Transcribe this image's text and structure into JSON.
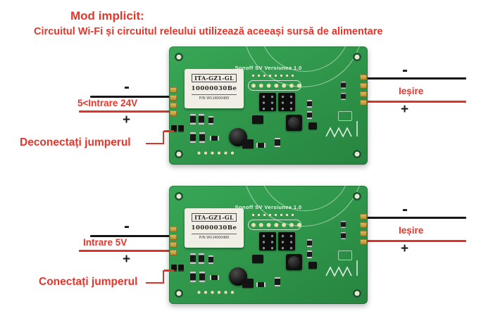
{
  "header": {
    "title": "Mod implicit:",
    "subtitle": "Circuitul Wi-Fi și circuitul releului utilizează aceeași sursă de alimentare"
  },
  "colors": {
    "accent_red": "#e8352b",
    "wire_red": "#e23228",
    "wire_black": "#161616",
    "pcb_green": "#2f9e4e"
  },
  "boards": [
    {
      "silkscreen_title": "Sonoff SV Versiunea 1.0",
      "relay": {
        "line1": "ITA-GZ1-GL",
        "line2": "10000030Be",
        "line3": "P/N WVJ4000489"
      },
      "left": {
        "minus": "-",
        "wire_label": "5<Intrare 24V",
        "plus": "+",
        "jumper_note": "Deconectați jumperul"
      },
      "right": {
        "minus": "-",
        "wire_label": "Ieșire",
        "plus": "+"
      }
    },
    {
      "silkscreen_title": "Sonoff SV Versiunea 1.0",
      "relay": {
        "line1": "ITA-GZ1-GL",
        "line2": "10000030Be",
        "line3": "P/N WVJ4000489"
      },
      "left": {
        "minus": "-",
        "wire_label": "Intrare 5V",
        "plus": "+",
        "jumper_note": "Conectați jumperul"
      },
      "right": {
        "minus": "-",
        "wire_label": "Ieșire",
        "plus": "+"
      }
    }
  ]
}
